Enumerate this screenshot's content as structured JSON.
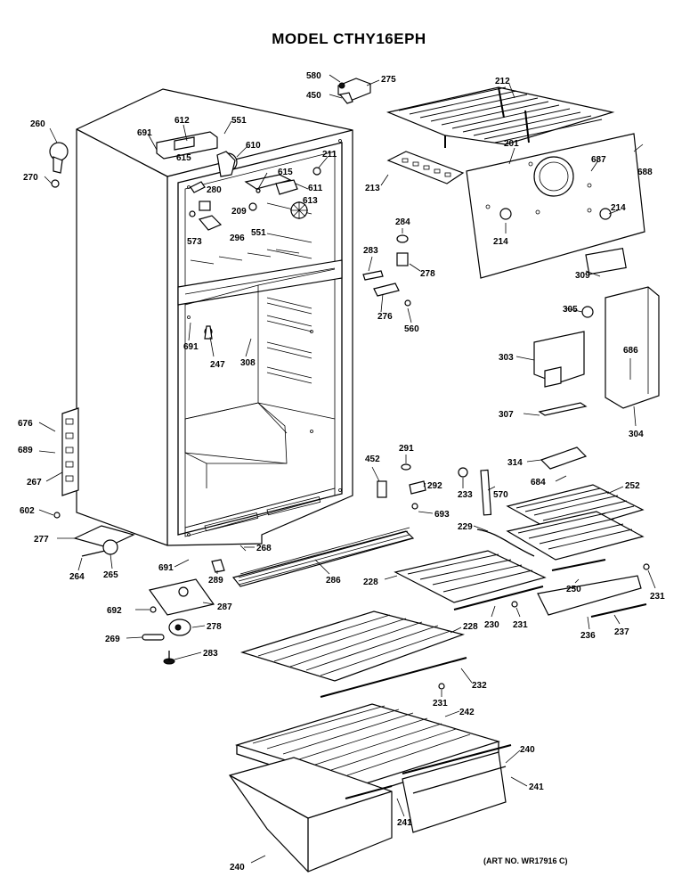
{
  "title": "MODEL CTHY16EPH",
  "art_number": "(ART NO. WR17916 C)",
  "callouts": {
    "c580a": "580",
    "c275": "275",
    "c450": "450",
    "c212": "212",
    "c260": "260",
    "c270": "270",
    "c612": "612",
    "c551a": "551",
    "c691a": "691",
    "c610": "610",
    "c615a": "615",
    "c615b": "615",
    "c211": "211",
    "c611": "611",
    "c280": "280",
    "c209": "209",
    "c613": "613",
    "c573": "573",
    "c296": "296",
    "c551b": "551",
    "c201": "201",
    "c687": "687",
    "c688": "688",
    "c213": "213",
    "c284": "284",
    "c214a": "214",
    "c214b": "214",
    "c283a": "283",
    "c278a": "278",
    "c309": "309",
    "c276": "276",
    "c560": "560",
    "c305": "305",
    "c691b": "691",
    "c247": "247",
    "c308": "308",
    "c303": "303",
    "c686": "686",
    "c307": "307",
    "c304": "304",
    "c676": "676",
    "c689": "689",
    "c267": "267",
    "c452": "452",
    "c291": "291",
    "c292": "292",
    "c233": "233",
    "c570": "570",
    "c314": "314",
    "c684": "684",
    "c252": "252",
    "c602": "602",
    "c693": "693",
    "c229": "229",
    "c277": "277",
    "c268": "268",
    "c691c": "691",
    "c286": "286",
    "c264": "264",
    "c265": "265",
    "c289": "289",
    "c228a": "228",
    "c250": "250",
    "c231a": "231",
    "c692": "692",
    "c287": "287",
    "c230": "230",
    "c231b": "231",
    "c236": "236",
    "c237": "237",
    "c269": "269",
    "c278b": "278",
    "c228b": "228",
    "c283b": "283",
    "c232": "232",
    "c231c": "231",
    "c242": "242",
    "c240a": "240",
    "c241a": "241",
    "c241b": "241",
    "c240b": "240"
  }
}
